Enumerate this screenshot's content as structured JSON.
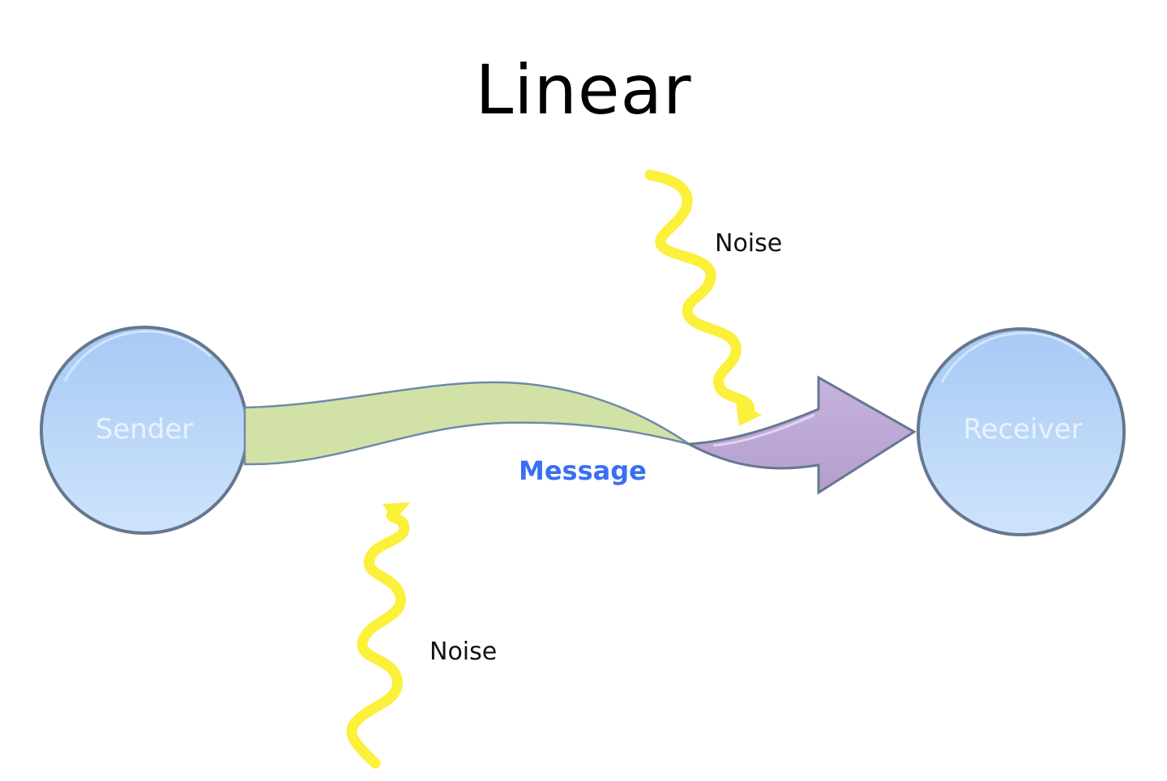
{
  "title": "Linear",
  "nodes": {
    "sender": {
      "label": "Sender"
    },
    "receiver": {
      "label": "Receiver"
    }
  },
  "message": {
    "label": "Message"
  },
  "noise": [
    {
      "label": "Noise",
      "position": "top"
    },
    {
      "label": "Noise",
      "position": "bottom"
    }
  ],
  "colors": {
    "node_fill": "#b3d3f7",
    "node_stroke": "#6a7f9e",
    "message_band": "#d2e2a6",
    "arrow": "#bca8d4",
    "noise": "#fbf03a",
    "message_text": "#3a6ff2"
  }
}
